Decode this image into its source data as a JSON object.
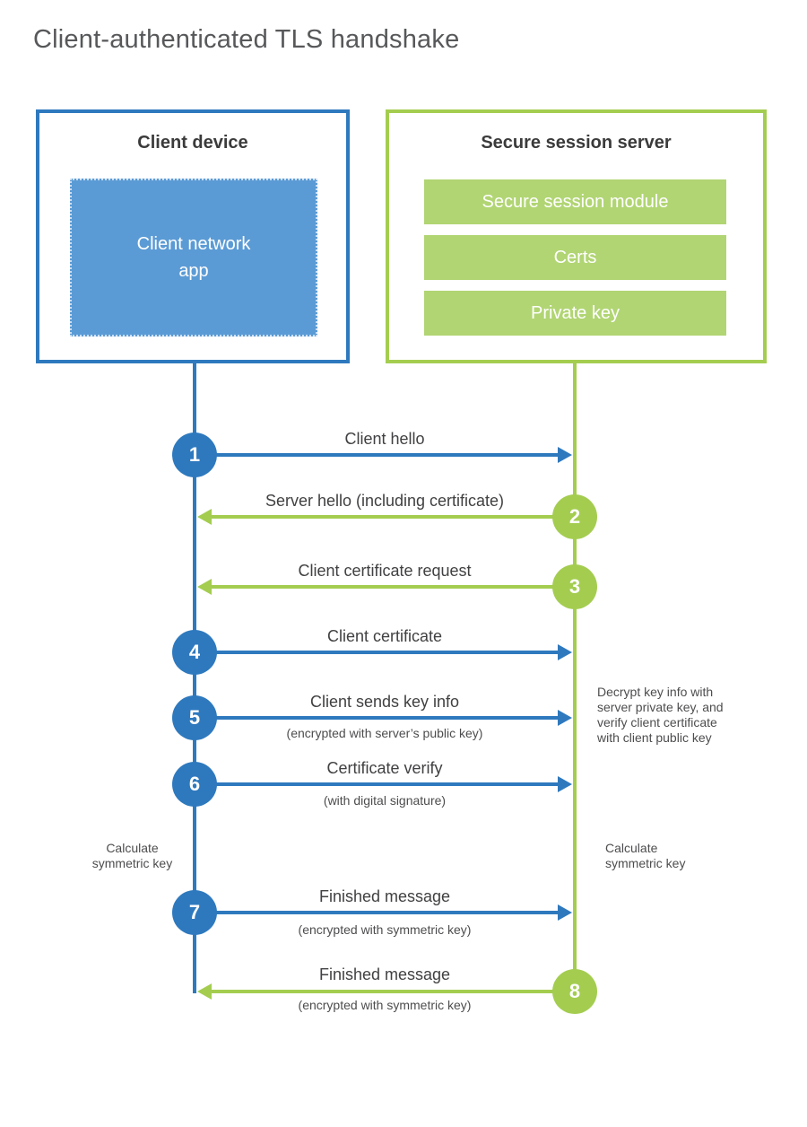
{
  "title": "Client-authenticated TLS handshake",
  "client": {
    "title": "Client device",
    "app_label": "Client network\napp"
  },
  "server": {
    "title": "Secure session server",
    "modules": [
      "Secure session module",
      "Certs",
      "Private key"
    ]
  },
  "messages": [
    {
      "step": "1",
      "from": "client",
      "label": "Client hello",
      "sublabel": ""
    },
    {
      "step": "2",
      "from": "server",
      "label": "Server hello (including certificate)",
      "sublabel": ""
    },
    {
      "step": "3",
      "from": "server",
      "label": "Client certificate request",
      "sublabel": ""
    },
    {
      "step": "4",
      "from": "client",
      "label": "Client certificate",
      "sublabel": ""
    },
    {
      "step": "5",
      "from": "client",
      "label": "Client sends key info",
      "sublabel": "(encrypted with server’s public key)"
    },
    {
      "step": "6",
      "from": "client",
      "label": "Certificate verify",
      "sublabel": "(with digital signature)"
    },
    {
      "step": "7",
      "from": "client",
      "label": "Finished message",
      "sublabel": "(encrypted with symmetric key)"
    },
    {
      "step": "8",
      "from": "server",
      "label": "Finished message",
      "sublabel": "(encrypted with symmetric key)"
    }
  ],
  "notes": {
    "decrypt": "Decrypt key info with\nserver private key, and\nverify client certificate\nwith client public key",
    "calc_client": "Calculate\nsymmetric key",
    "calc_server": "Calculate\nsymmetric key"
  },
  "colors": {
    "blue": "#2e79be",
    "blue_fill": "#5b9bd5",
    "green": "#a4cd50",
    "green_fill": "#b1d573",
    "heading_text": "#3b3b3b",
    "label_text": "#414042",
    "title_text": "#57585a"
  }
}
